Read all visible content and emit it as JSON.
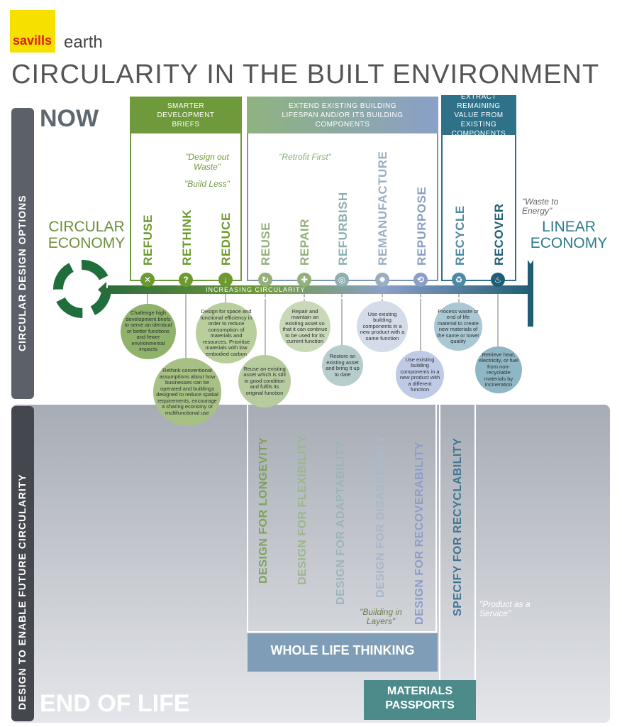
{
  "brand": {
    "logo1": "savills",
    "logo2": "earth"
  },
  "title": "CIRCULARITY IN THE BUILT ENVIRONMENT",
  "side_labels": {
    "top": "CIRCULAR DESIGN OPTIONS",
    "bottom": "DESIGN TO ENABLE FUTURE CIRCULARITY"
  },
  "now_label": "NOW",
  "end_of_life_label": "END OF LIFE",
  "categories": {
    "smarter": "SMARTER DEVELOPMENT BRIEFS",
    "extend": "EXTEND EXISTING BUILDING LIFESPAN AND/OR ITS BUILDING COMPONENTS",
    "extract": "EXTRACT REMAINING VALUE FROM EXISTING COMPONENTS"
  },
  "quotes": {
    "design_out_waste": "\"Design out Waste\"",
    "build_less": "\"Build Less\"",
    "retrofit_first": "\"Retrofit First\"",
    "waste_to_energy": "\"Waste to Energy\"",
    "building_in_layers": "\"Building in Layers\"",
    "product_as_service": "\"Product as a Service\""
  },
  "circular_economy": "CIRCULAR ECONOMY",
  "linear_economy": "LINEAR ECONOMY",
  "increasing_circularity": "INCREASING CIRCULARITY",
  "stages": [
    {
      "label": "REFUSE",
      "color": "#6c9a2e",
      "icon": "x-icon",
      "glyph": "✕"
    },
    {
      "label": "RETHINK",
      "color": "#6c9a2e",
      "icon": "question-icon",
      "glyph": "?"
    },
    {
      "label": "REDUCE",
      "color": "#6c9a2e",
      "icon": "down-arrow-icon",
      "glyph": "↓"
    },
    {
      "label": "REUSE",
      "color": "#93b07a",
      "icon": "reuse-icon",
      "glyph": "↻"
    },
    {
      "label": "REPAIR",
      "color": "#93b07a",
      "icon": "tools-icon",
      "glyph": "✚"
    },
    {
      "label": "REFURBISH",
      "color": "#8eb0b0",
      "icon": "refurbish-icon",
      "glyph": "◎"
    },
    {
      "label": "REMANUFACTURE",
      "color": "#9aaec0",
      "icon": "gear-icon",
      "glyph": "✹"
    },
    {
      "label": "REPURPOSE",
      "color": "#8a9fc4",
      "icon": "repurpose-icon",
      "glyph": "⟲"
    },
    {
      "label": "RECYCLE",
      "color": "#4c8aa4",
      "icon": "recycle-icon",
      "glyph": "♻"
    },
    {
      "label": "RECOVER",
      "color": "#1f5e74",
      "icon": "flame-icon",
      "glyph": "♨"
    }
  ],
  "descriptions": [
    "Challenge high development briefs to serve an identical or better functions and fewer environmental impacts",
    "Rethink conventional assumptions about how businesses can be operated and buildings designed to reduce spatial requirements, encourage a sharing economy or multifunctional use",
    "Design for space and functional efficiency in order to reduce consumption of materials and resources. Prioritise materials with low embodied carbon",
    "Reuse an existing asset which is still in good condition and fulfils its original function",
    "Repair and maintain an existing asset so that it can continue to be used for its current function",
    "Restore an existing asset and bring it up to date",
    "Use existing building components in a new product with a same function",
    "Use existing building components in a new product with a different function",
    "Process waste or end of life material to create new materials of the same or lower quality",
    "Retrieve heat, electricity, or fuel from non-recyclable materials by incineration"
  ],
  "design_for": [
    {
      "label": "DESIGN FOR LONGEVITY",
      "color": "#7da35a"
    },
    {
      "label": "DESIGN FOR FLEXIBILITY",
      "color": "#9ab88a"
    },
    {
      "label": "DESIGN FOR ADAPTABILITY",
      "color": "#9bb6b8"
    },
    {
      "label": "DESIGN FOR DISASSEMBLY",
      "color": "#a9b8c9"
    },
    {
      "label": "DESIGN FOR RECOVERABILITY",
      "color": "#8d9dc8"
    },
    {
      "label": "SPECIFY FOR RECYCLABILITY",
      "color": "#3f7690"
    }
  ],
  "whole_life_thinking": "WHOLE LIFE THINKING",
  "materials_passports": "MATERIALS PASSPORTS"
}
